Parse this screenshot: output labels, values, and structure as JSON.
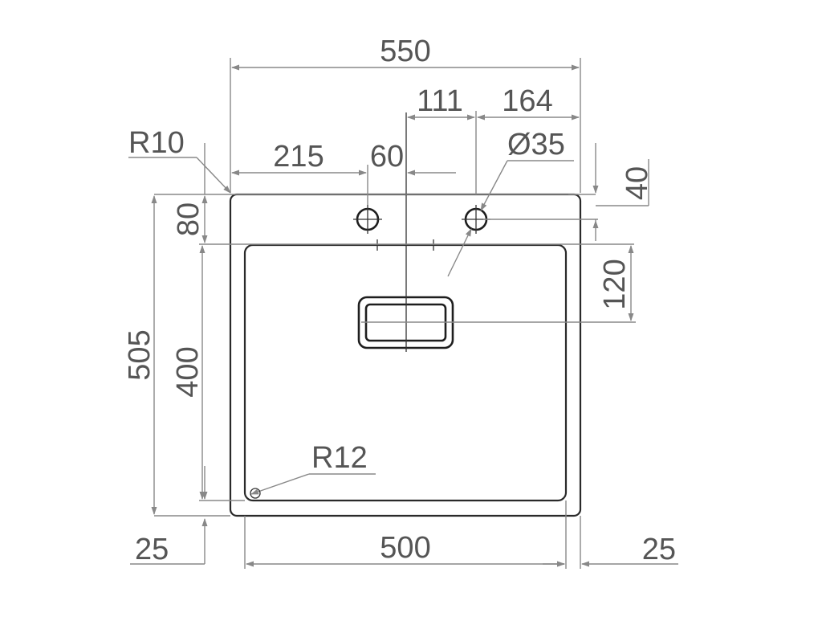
{
  "diagram": {
    "labels": {
      "overall_width": "550",
      "drain_offset": "111",
      "right_offset": "164",
      "corner_radius_outer": "R10",
      "left_tap_offset": "215",
      "tap_spacing": "60",
      "tap_hole_diameter": "Ø35",
      "tap_row_offset": "40",
      "top_deck_depth": "80",
      "bowl_drain_offset": "120",
      "overall_depth": "505",
      "bowl_depth": "400",
      "corner_radius_bowl": "R12",
      "bowl_width": "500",
      "left_rim": "25",
      "right_rim": "25"
    },
    "colors": {
      "dimension_line": "#888888",
      "dimension_text": "#555555",
      "outline": "#2a2a2a"
    }
  }
}
